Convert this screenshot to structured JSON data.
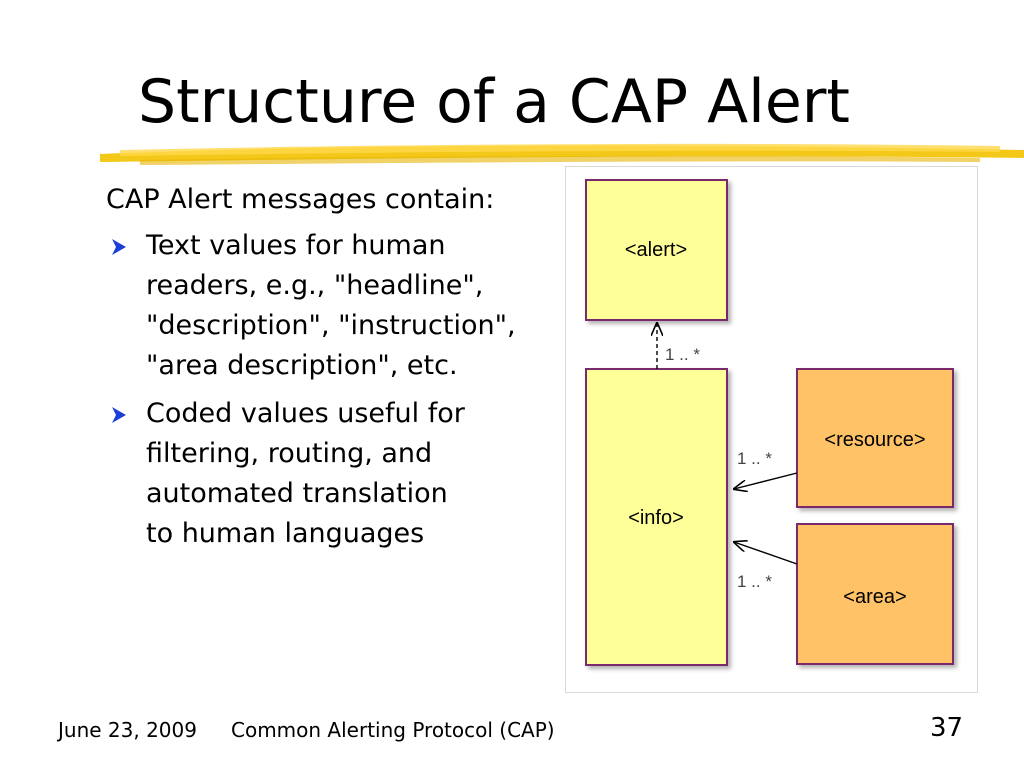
{
  "slide": {
    "title": "Structure of a CAP Alert",
    "intro": "CAP Alert messages contain:",
    "bullets": [
      {
        "lines": [
          "Text values for human",
          "readers, e.g., \"headline\",",
          "\"description\", \"instruction\",",
          "\"area description\", etc."
        ]
      },
      {
        "lines": [
          "Coded values useful for",
          "filtering, routing, and",
          "automated translation",
          "to human languages"
        ]
      }
    ]
  },
  "diagram": {
    "boxes": {
      "alert": "<alert>",
      "info": "<info>",
      "resource": "<resource>",
      "area": "<area>"
    },
    "multiplicities": {
      "info_alert": "1 .. *",
      "resource_info": "1 .. *",
      "area_info": "1 .. *"
    },
    "colors": {
      "alert_fill": "#ffff99",
      "info_fill": "#ffff99",
      "resource_fill": "#ffc266",
      "area_fill": "#ffc266",
      "box_border": "#7a2a6a",
      "underline": "#f2c200",
      "bullet": "#1a3fd6"
    }
  },
  "footer": {
    "date": "June 23, 2009",
    "title": "Common Alerting Protocol (CAP)",
    "slide_number": "37"
  }
}
